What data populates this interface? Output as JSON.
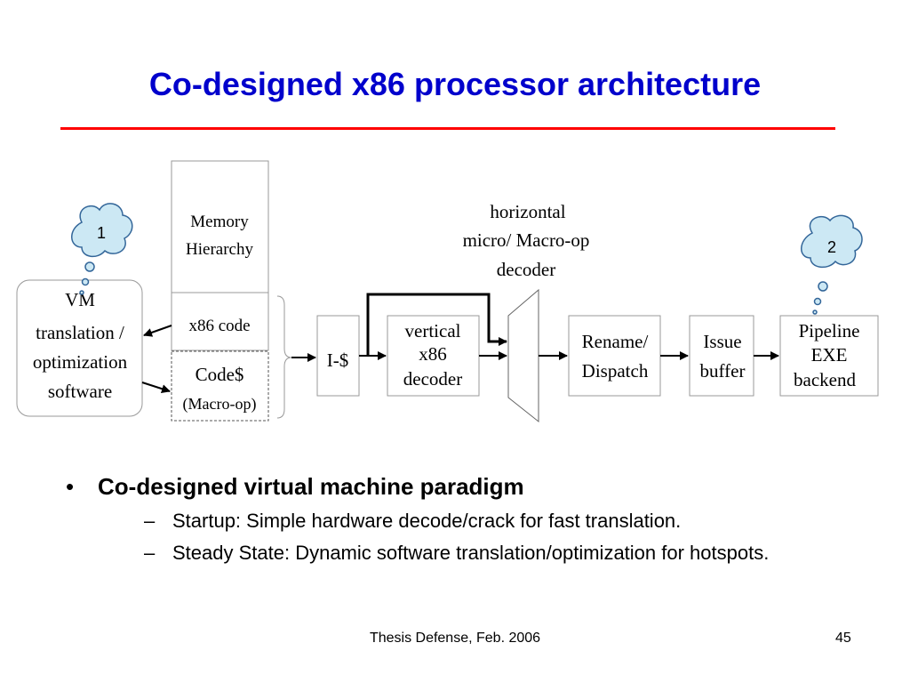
{
  "slide": {
    "title": "Co-designed x86 processor architecture",
    "accent_color": "#0000cc",
    "rule_color": "#ff0000"
  },
  "diagram": {
    "memory_hierarchy": [
      "Memory",
      "Hierarchy"
    ],
    "x86_code": "x86 code",
    "code_cache": {
      "line1": "Code$",
      "line2": "(Macro-op)"
    },
    "vm": [
      "VM",
      "translation /",
      "optimization",
      "software"
    ],
    "icache": "I-$",
    "vertical_decoder": [
      "vertical",
      "x86",
      "decoder"
    ],
    "horizontal_decoder": [
      "horizontal",
      "micro/ Macro-op",
      "decoder"
    ],
    "rename": [
      "Rename/",
      "Dispatch"
    ],
    "issue": [
      "Issue",
      "buffer"
    ],
    "pipeline": [
      "Pipeline",
      "EXE",
      "backend"
    ],
    "cloud_1": "1",
    "cloud_2": "2",
    "cloud_color": "#cce8f4",
    "cloud_stroke": "#336699"
  },
  "bullets": {
    "main": "Co-designed virtual machine paradigm",
    "bullet_glyph": "•",
    "dash_glyph": "–",
    "sub": [
      "Startup: Simple hardware decode/crack for fast translation.",
      "Steady State: Dynamic software translation/optimization for hotspots."
    ]
  },
  "footer": {
    "center": "Thesis Defense, Feb. 2006",
    "page": "45"
  }
}
